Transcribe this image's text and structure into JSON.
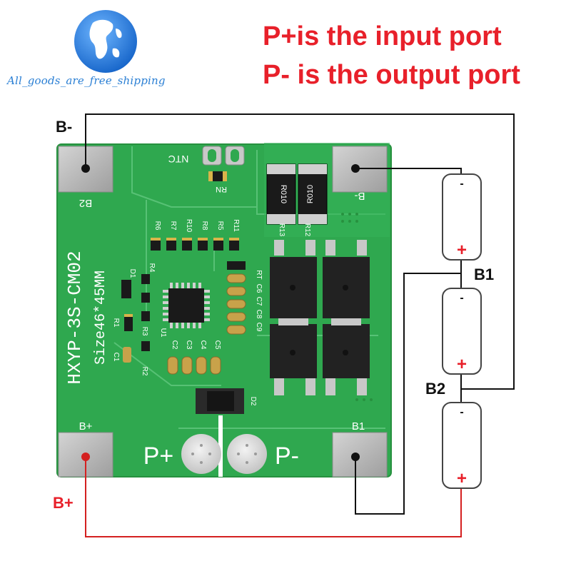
{
  "header": {
    "line1": "P+is the input port",
    "line2": "P- is the output port"
  },
  "logo": {
    "caption": "All_goods_are_free_shipping",
    "icon": "globe-icon"
  },
  "labels": {
    "b_minus": "B-",
    "b_plus": "B+",
    "b1": "B1",
    "b2": "B2"
  },
  "battery": {
    "minus_sign": "-",
    "plus_sign": "+"
  },
  "pcb": {
    "model": "HXYP-3S-CM02",
    "size": "Size46*45MM",
    "pad_b2": "B2",
    "pad_b_minus": "B-",
    "pad_b_plus": "B+",
    "pad_b1": "B1",
    "pad_p_plus": "P+",
    "pad_p_minus": "P-",
    "ntc": "NTC",
    "rn": "RN",
    "r010": "R010",
    "r13": "R13",
    "r12": "R12",
    "resistor_row": [
      "R6",
      "R7",
      "R10",
      "R8",
      "R5",
      "R11"
    ],
    "cap_row": [
      "C9",
      "C8",
      "C7",
      "C6",
      "RT"
    ],
    "small_labels": [
      "D1",
      "R1",
      "C1",
      "R2",
      "R3",
      "U1",
      "R4",
      "C2",
      "C3",
      "C4",
      "C5",
      "D2"
    ]
  },
  "colors": {
    "header_red": "#e8202a",
    "wire_red": "#d42020",
    "wire_black": "#111111",
    "pcb_green": "#2fa84f",
    "pad_gray": "#b8b8b8",
    "logo_blue": "#2a7fd4"
  }
}
